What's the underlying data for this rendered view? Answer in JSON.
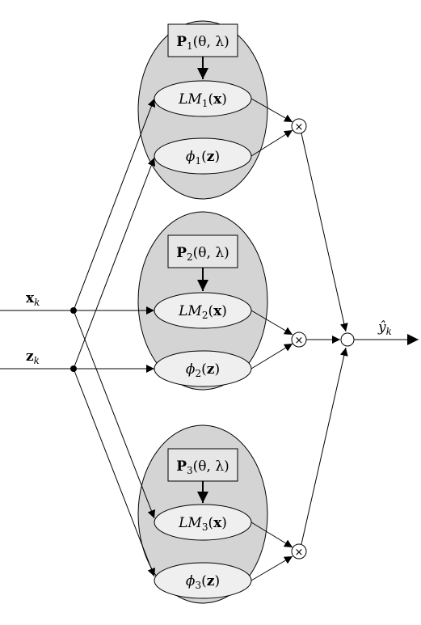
{
  "inputs": {
    "x": {
      "symbol": "x",
      "sub": "k"
    },
    "z": {
      "symbol": "z",
      "sub": "k"
    }
  },
  "output": {
    "symbol": "ŷ",
    "sub": "k"
  },
  "experts": [
    {
      "param": {
        "sym": "P",
        "idx": "1",
        "args": "(θ, λ)"
      },
      "lm": {
        "name": "LM",
        "idx": "1",
        "args": "(",
        "var": "x",
        "close": ")"
      },
      "phi": {
        "name": "ϕ",
        "idx": "1",
        "args": "(",
        "var": "z",
        "close": ")"
      },
      "product_symbol": "×"
    },
    {
      "param": {
        "sym": "P",
        "idx": "2",
        "args": "(θ, λ)"
      },
      "lm": {
        "name": "LM",
        "idx": "2",
        "args": "(",
        "var": "x",
        "close": ")"
      },
      "phi": {
        "name": "ϕ",
        "idx": "2",
        "args": "(",
        "var": "z",
        "close": ")"
      },
      "product_symbol": "×"
    },
    {
      "param": {
        "sym": "P",
        "idx": "3",
        "args": "(θ, λ)"
      },
      "lm": {
        "name": "LM",
        "idx": "3",
        "args": "(",
        "var": "x",
        "close": ")"
      },
      "phi": {
        "name": "ϕ",
        "idx": "3",
        "args": "(",
        "var": "z",
        "close": ")"
      },
      "product_symbol": "×"
    }
  ],
  "colors": {
    "expert_fill": "#d4d4d4",
    "inner_fill": "#efefef",
    "param_fill": "#e6e6e6",
    "stroke": "#000000"
  }
}
